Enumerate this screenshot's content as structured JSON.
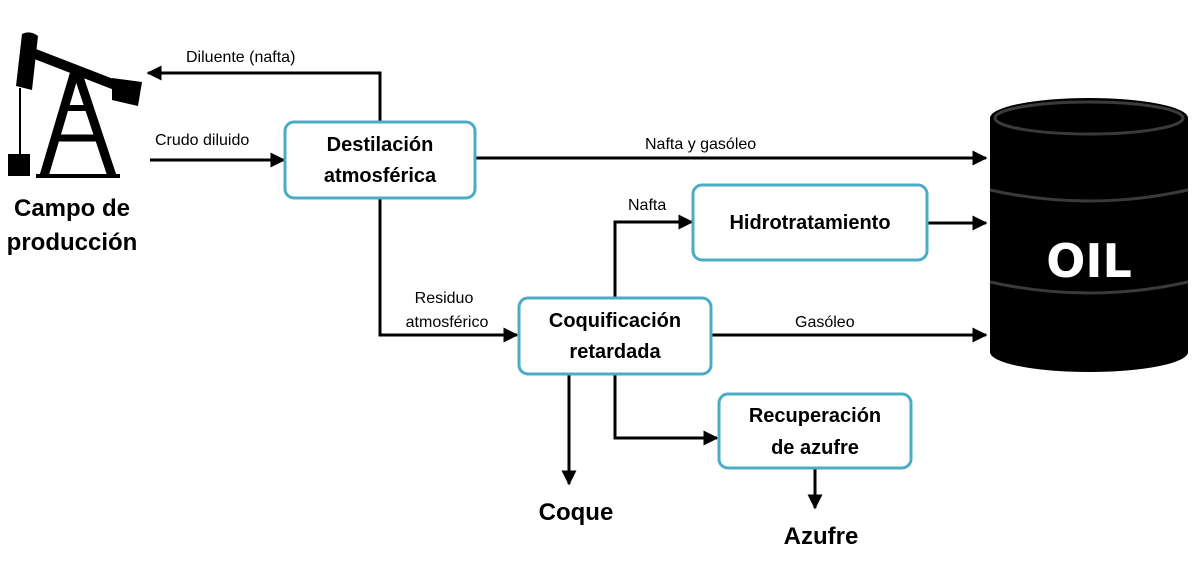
{
  "source": {
    "label_line1": "Campo de",
    "label_line2": "producción"
  },
  "boxes": {
    "distillation": {
      "line1": "Destilación",
      "line2": "atmosférica"
    },
    "hydrotreating": {
      "line1": "Hidrotratamiento"
    },
    "coking": {
      "line1": "Coquificación",
      "line2": "retardada"
    },
    "sulfur_recovery": {
      "line1": "Recuperación",
      "line2": "de azufre"
    }
  },
  "flows": {
    "diluent": "Diluente (nafta)",
    "diluted_crude": "Crudo diluido",
    "naphtha_gasoil": "Nafta y gasóleo",
    "naphtha": "Nafta",
    "residue_line1": "Residuo",
    "residue_line2": "atmosférico",
    "gasoil": "Gasóleo"
  },
  "outputs": {
    "coke": "Coque",
    "sulfur": "Azufre"
  },
  "barrel": {
    "label": "OIL"
  },
  "colors": {
    "box_border": "#4bacc6",
    "line": "#000000",
    "barrel": "#000000",
    "barrel_band": "#333333"
  }
}
